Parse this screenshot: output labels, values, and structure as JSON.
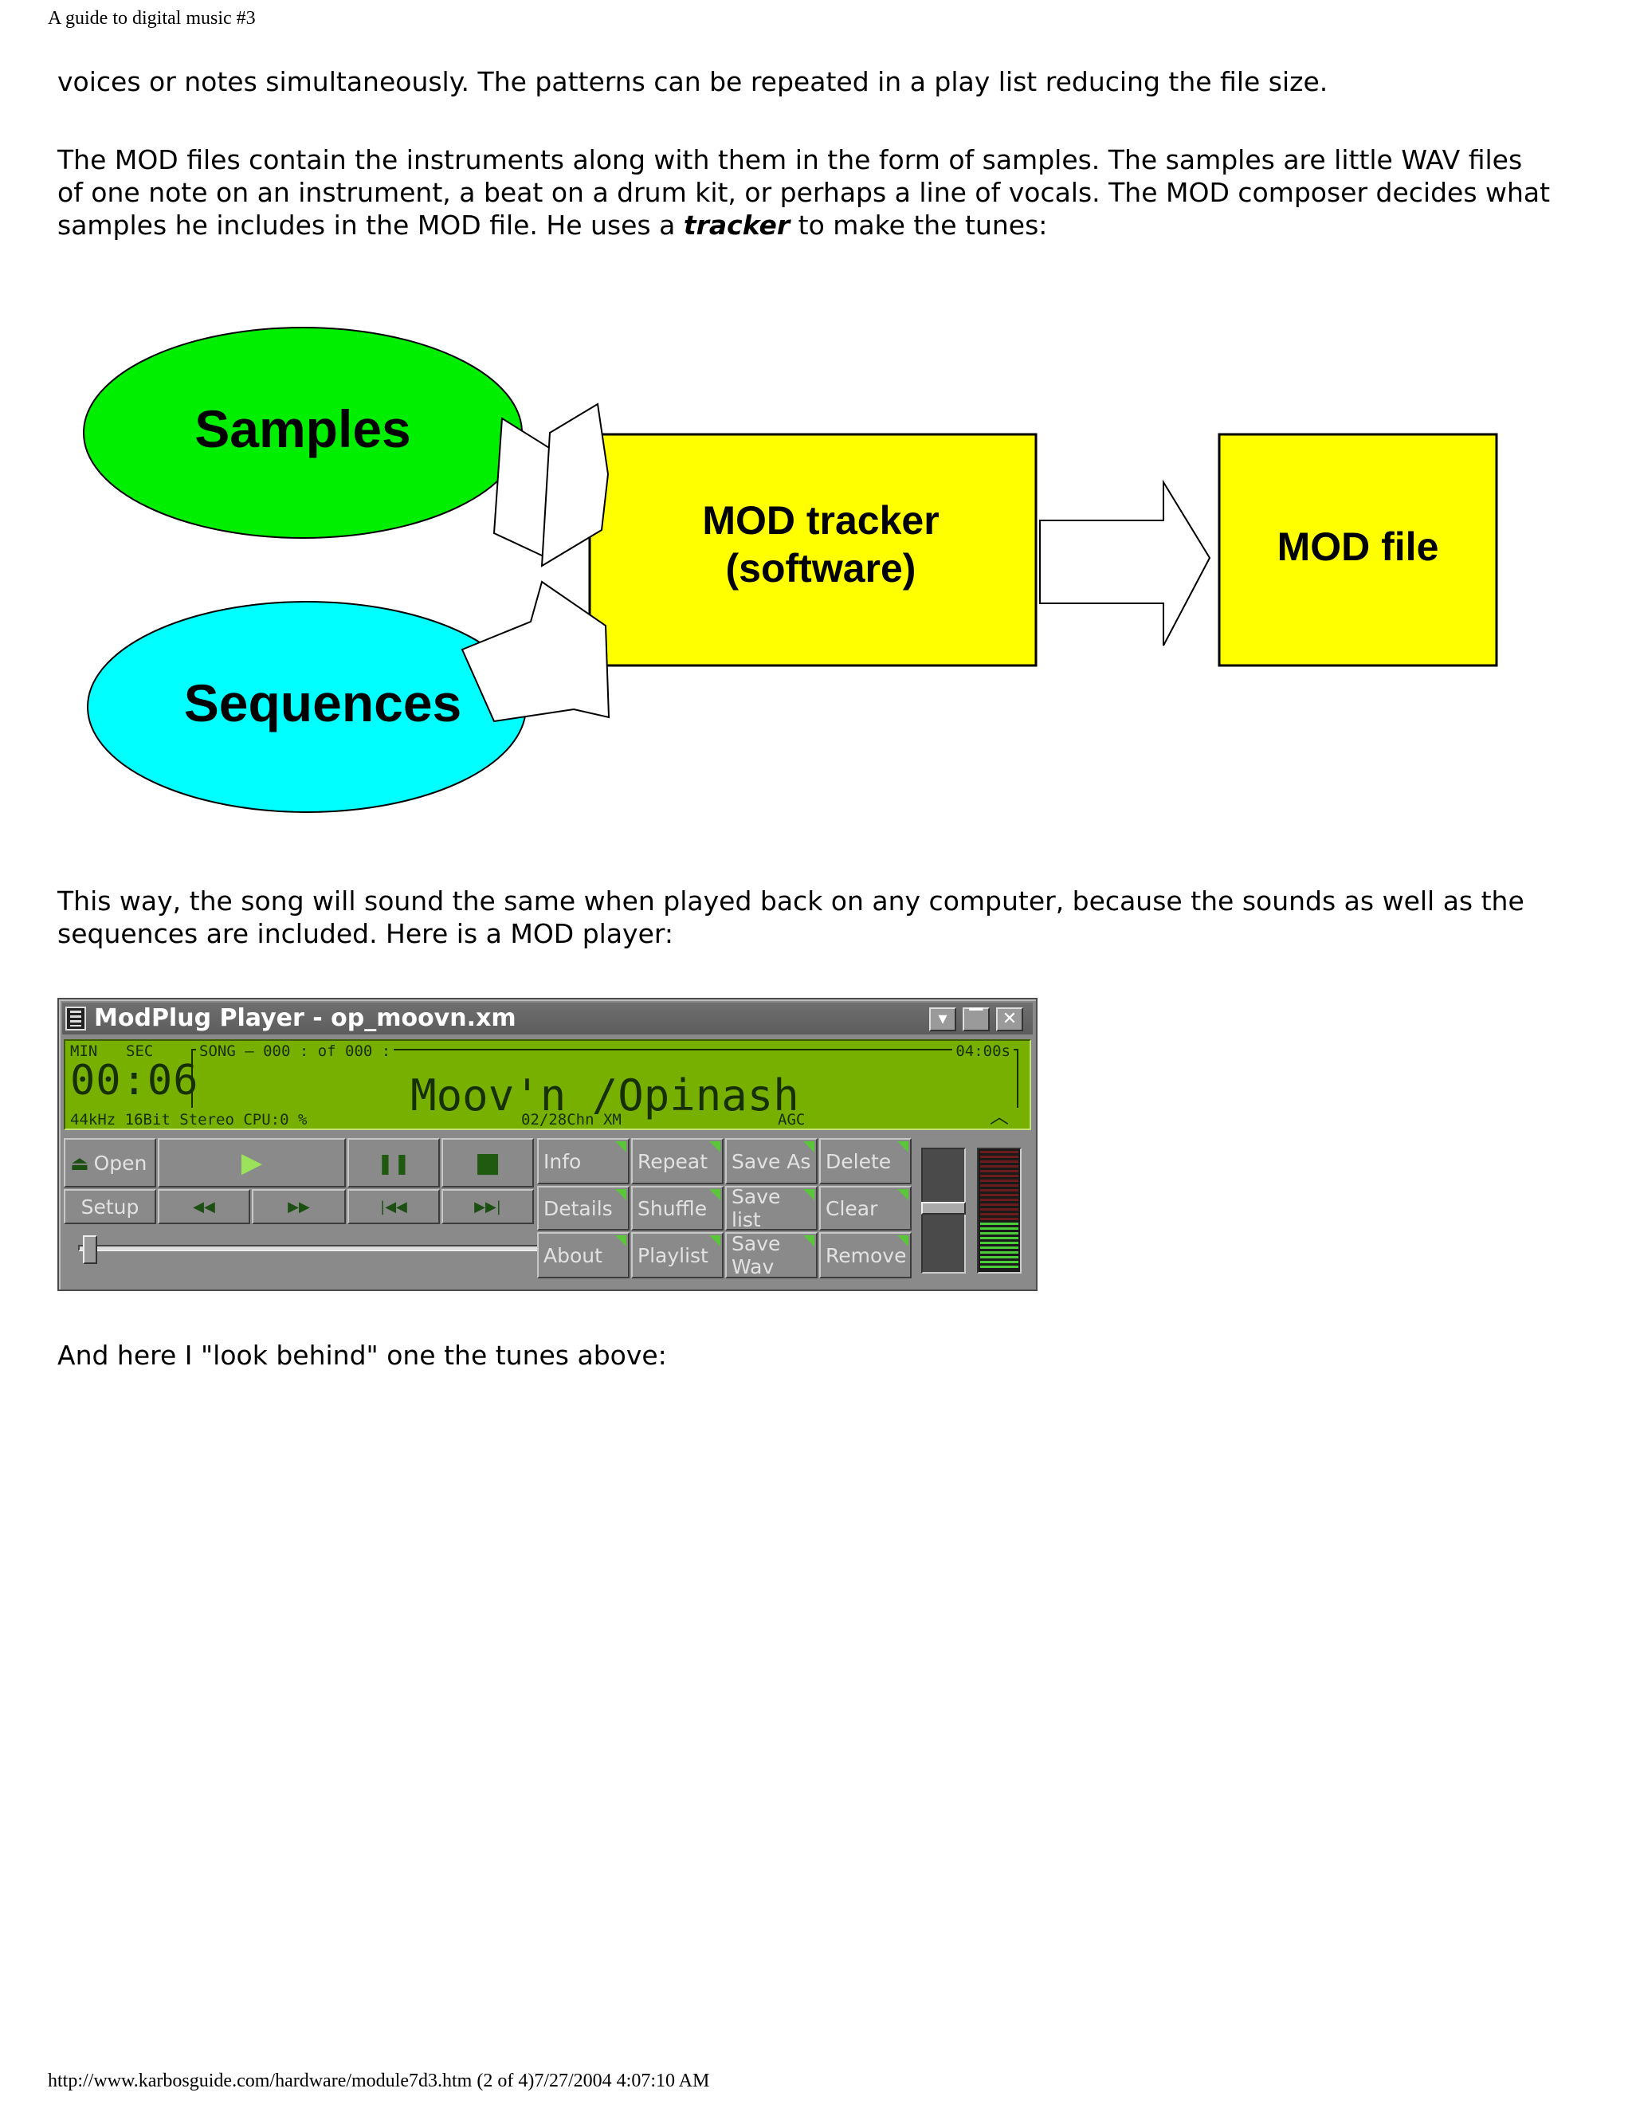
{
  "header": {
    "title": "A guide to digital music #3"
  },
  "text": {
    "p1": "voices or notes simultaneously. The patterns can be repeated in a play list reducing the file size.",
    "p2_before": "The MOD files contain the instruments along with them in the form of samples. The samples are little WAV files of one note on an instrument, a beat on a drum kit, or perhaps a line of vocals. The MOD composer decides what samples he includes in the MOD file. He uses a ",
    "p2_emphasis": "tracker",
    "p2_after": " to make the tunes:",
    "p3": "This way, the song will sound the same when played back on any computer, because the sounds as well as the sequences are included. Here is a MOD player:",
    "p4": "And here I \"look behind\" one the tunes above:"
  },
  "diagram": {
    "samples_label": "Samples",
    "sequences_label": "Sequences",
    "tracker_line1": "MOD tracker",
    "tracker_line2": "(software)",
    "file_label": "MOD file",
    "colors": {
      "samples": "#00ee00",
      "sequences": "#00ffff",
      "box": "#ffff00",
      "arrow": "#ffffff"
    }
  },
  "player": {
    "title": "ModPlug Player - op_moovn.xm",
    "window_buttons": [
      "▾",
      "▔",
      "✕"
    ],
    "min_label": "MIN",
    "sec_label": "SEC",
    "time": "00:06",
    "song_info": "SONG — 000 : of 000 :",
    "duration": "04:00s",
    "song_name": "Moov'n /Opinash",
    "format_info": "44kHz 16Bit Stereo CPU:0 %",
    "channels": "02/28Chn XM",
    "agc": "AGC",
    "transport": {
      "open": "Open",
      "setup": "Setup",
      "play_icon": "▶",
      "pause_icon": "❚❚",
      "stop_icon": "■",
      "rew_icon": "◀◀",
      "ff_icon": "▶▶",
      "prev_icon": "|◀◀",
      "next_icon": "▶▶|"
    },
    "grid": [
      [
        "Info",
        "Repeat",
        "Save As",
        "Delete"
      ],
      [
        "Details",
        "Shuffle",
        "Save list",
        "Clear"
      ],
      [
        "About",
        "Playlist",
        "Save Wav",
        "Remove"
      ]
    ],
    "colors": {
      "lcd": "#78b000",
      "lcd_text": "#173000",
      "accent": "#5cc63a"
    }
  },
  "footer": {
    "text": "http://www.karbosguide.com/hardware/module7d3.htm (2 of 4)7/27/2004 4:07:10 AM"
  }
}
